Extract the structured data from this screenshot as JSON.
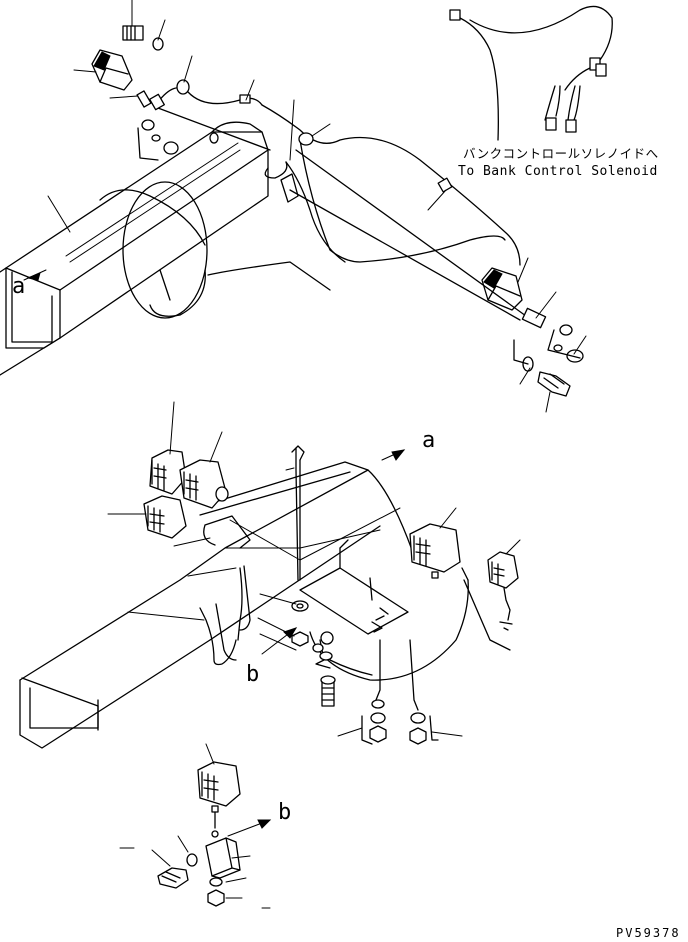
{
  "callouts": {
    "a_top": "a",
    "a_mid": "a",
    "b_mid": "b",
    "b_bottom": "b"
  },
  "note": {
    "japanese": "バンクコントロールソレノイドへ",
    "english": "To Bank Control Solenoid"
  },
  "drawing_code": "PV59378"
}
